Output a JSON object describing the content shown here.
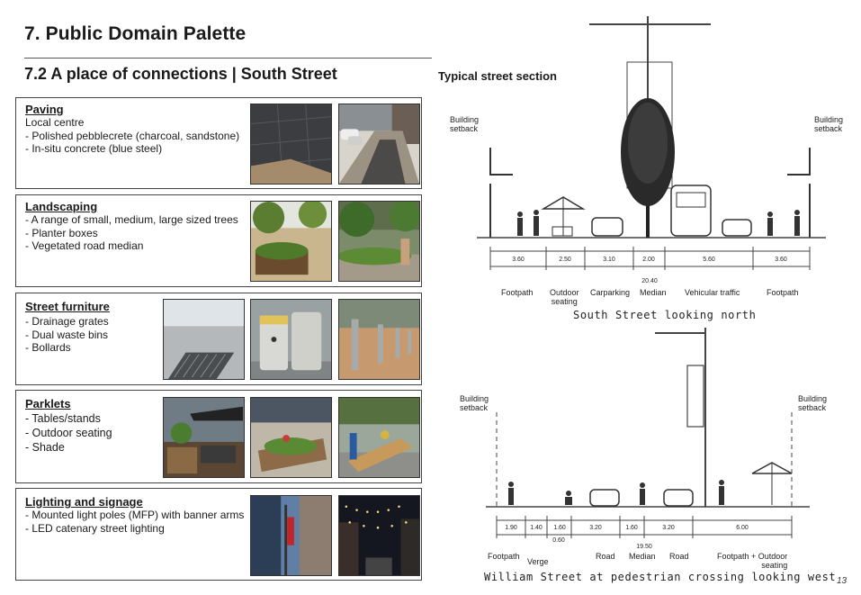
{
  "page": {
    "title": "7. Public Domain Palette",
    "subtitle": "7.2 A place of connections | South Street",
    "page_number": "13"
  },
  "sections": [
    {
      "title": "Paving",
      "lines": [
        "Local centre",
        "- Polished pebblecrete (charcoal, sandstone)",
        "- In-situ concrete (blue steel)"
      ]
    },
    {
      "title": "Landscaping",
      "lines": [
        "- A range of small, medium, large sized trees",
        "- Planter boxes",
        "- Vegetated road median"
      ]
    },
    {
      "title": "Street furniture",
      "lines": [
        "- Drainage grates",
        "- Dual waste bins",
        "- Bollards"
      ]
    },
    {
      "title": "Parklets",
      "lines": [
        "- Tables/stands",
        "- Outdoor seating",
        "- Shade"
      ]
    },
    {
      "title": "Lighting and signage",
      "lines": [
        "- Mounted light poles (MFP) with banner arms",
        "- LED catenary street lighting"
      ]
    }
  ],
  "diagram": {
    "heading": "Typical street section",
    "north": {
      "setback_left": "Building\nsetback",
      "setback_right": "Building\nsetback",
      "dims": [
        "3.60",
        "2.50",
        "3.10",
        "2.00",
        "5.60",
        "3.60"
      ],
      "total": "20.40",
      "zones": [
        "Footpath",
        "Outdoor\nseating",
        "Carparking",
        "Median",
        "Vehicular traffic",
        "Footpath"
      ],
      "caption": "South Street looking north"
    },
    "west": {
      "setback_left": "Building\nsetback",
      "setback_right": "Building\nsetback",
      "dims": [
        "1.90",
        "1.40",
        "1.60",
        "3.20",
        "1.60",
        "3.20",
        "6.00"
      ],
      "sub_dim": "0.60",
      "total": "19.50",
      "zones": [
        "Footpath",
        "Verge",
        "Road",
        "Median",
        "Road",
        "Footpath + Outdoor\nseating"
      ],
      "caption": "William Street at pedestrian crossing looking west"
    }
  }
}
